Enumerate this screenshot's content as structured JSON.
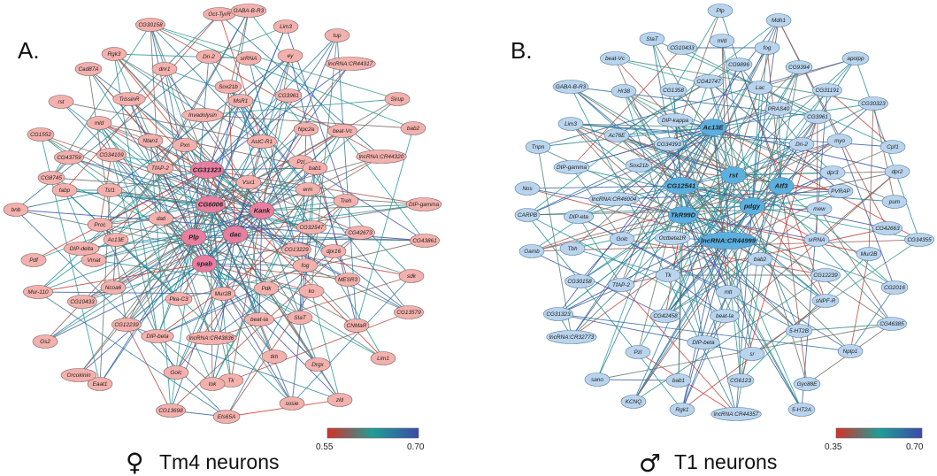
{
  "panels": [
    {
      "letter": "A.",
      "sex_symbol": "♀",
      "caption": "Tm4 neurons",
      "scale": {
        "min": "0.55",
        "max": "0.70"
      },
      "colors": {
        "node": "#f3b1ad",
        "node_strong": "#e87fa0",
        "stroke": "#7d6565",
        "scale_low": "#d73027",
        "scale_mid": "#1f9e96",
        "scale_high": "#3b4ba8"
      },
      "nodes": [
        "Plp",
        "dac",
        "spab",
        "CG6006",
        "Kank",
        "CG31323",
        "Vsx1",
        "Pzl",
        "bab1",
        "erm",
        "CG13229",
        "CG32547",
        "Treh",
        "CG42673",
        "DIP-gamma",
        "CG43861",
        "sdk",
        "dpr16",
        "fog",
        "ko",
        "Pdk",
        "MESR3",
        "CG13579",
        "CNMaR",
        "Lim1",
        "zld",
        "sosie",
        "Drgx",
        "tkh",
        "SIaT",
        "beat-Ia",
        "Tk",
        "tok",
        "Ets65A",
        "CG13698",
        "Golc",
        "lncRNA:CR43836",
        "Mur2B",
        "Pka-C3",
        "DIP-beta",
        "CG12239",
        "Eaat1",
        "Orcokinin",
        "Gs2",
        "CG10433",
        "Mur-110",
        "Pdf",
        "Ncoa6",
        "Vmat",
        "DIP-delta",
        "Proc",
        "Ac13E",
        "dati",
        "Tsf1",
        "fabp",
        "CG8745",
        "bnb",
        "CG43759",
        "CG1552",
        "CG34109",
        "TfAP-2",
        "Pxn",
        "Ntan1",
        "mld",
        "rst",
        "Cad87A",
        "TrissinR",
        "Rgk3",
        "CG30158",
        "dnr1",
        "Dri-2",
        "Oct-TyrR",
        "GABA-B-R3",
        "Lim3",
        "srRNA",
        "ey",
        "tup",
        "lncRNA:CR44317",
        "Sox21b",
        "Invadolysin",
        "MsR1",
        "CG3961",
        "Npc2a",
        "AstC-R1",
        "beat-Vc",
        "Sirup",
        "bab2",
        "lncRNA:CR44320"
      ],
      "strong_nodes": [
        "Plp",
        "dac",
        "spab",
        "CG6006",
        "Kank",
        "CG31323"
      ]
    },
    {
      "letter": "B.",
      "sex_symbol": "♂",
      "caption": "T1 neurons",
      "scale": {
        "min": "0.35",
        "max": "0.70"
      },
      "colors": {
        "node": "#b9d4ec",
        "node_strong": "#5cb0e0",
        "stroke": "#5b7fa0",
        "scale_low": "#d73027",
        "scale_mid": "#1f9e96",
        "scale_high": "#3b4ba8"
      },
      "nodes": [
        "Plp",
        "Mdh1",
        "SIaT",
        "mld",
        "fog",
        "CG10433",
        "apolpp",
        "beat-Vc",
        "CG9896",
        "CG9394",
        "GABA-B-R3",
        "Hr38",
        "CG1358",
        "CG42747",
        "Lac",
        "CG31191",
        "CG30323",
        "Lim3",
        "DIP-kappa",
        "Ac13E",
        "PRAS40",
        "CG3961",
        "Tnpn",
        "Ac76E",
        "CG34393",
        "Dri-2",
        "myo",
        "Cpf1",
        "DIP-gamma",
        "Sox21b",
        "rst",
        "Atf3",
        "dpr3",
        "dpr2",
        "Nos",
        "CG12541",
        "pdgy",
        "PVRAP",
        "lncRNA:CR46004",
        "CARPB",
        "TkR99D",
        "mew",
        "pum",
        "DIP-eta",
        "Golc",
        "Octbeta1R",
        "lncRNA:CR44999",
        "srRNA",
        "CG42663",
        "CG34355",
        "Tbh",
        "Oamb",
        "Mur2B",
        "bab2",
        "CG30158",
        "Tk",
        "TfAP-2",
        "CG12239",
        "CG2016",
        "sNPF-R",
        "CG31323",
        "mtt",
        "CG42458",
        "beat-Ia",
        "CG46385",
        "lncRNA:CR32773",
        "DIP-beta",
        "5-HT2B",
        "Nplp1",
        "Pzl",
        "sr",
        "sano",
        "bab1",
        "CG6123",
        "Gyc88E",
        "KCNQ",
        "Rgk1",
        "lncRNA:CR44357",
        "5-HT2A"
      ],
      "strong_nodes": [
        "rst",
        "Atf3",
        "CG12541",
        "pdgy",
        "TkR99D",
        "lncRNA:CR44999",
        "Ac13E"
      ]
    }
  ]
}
